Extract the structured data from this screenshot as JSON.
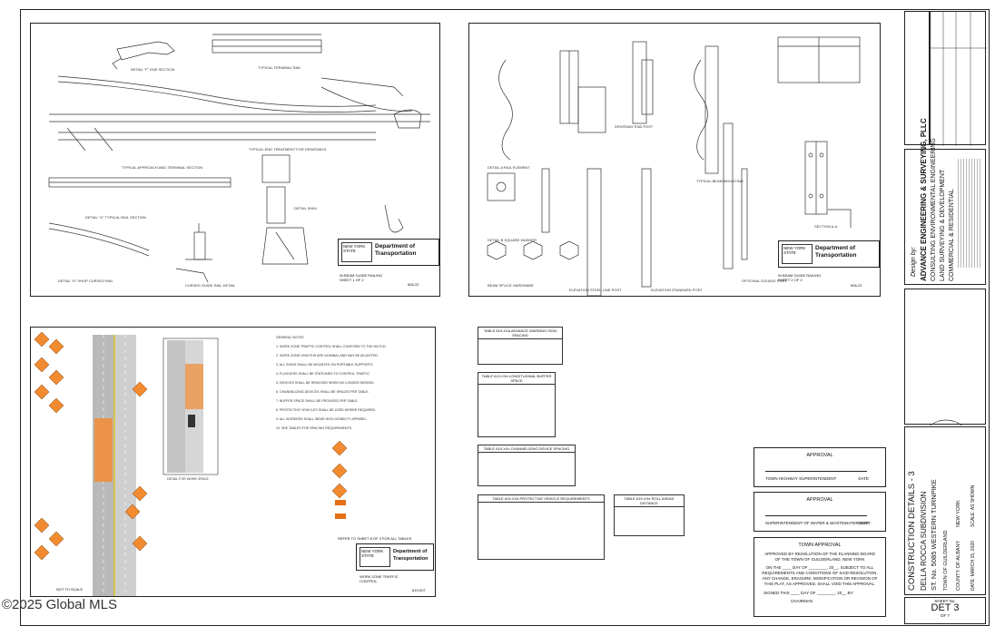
{
  "sheet": {
    "watermark": "©2025 Global MLS"
  },
  "panels": {
    "guide_rail_top": {
      "dept": "Department of Transportation",
      "state": "NEW YORK STATE",
      "sheet_title": "W-BEAM GUIDE RAILING SHEET 1 OF 2",
      "std_no": "606-22"
    },
    "guide_rail_posts": {
      "dept": "Department of Transportation",
      "state": "NEW YORK STATE",
      "sheet_title": "W-BEAM GUIDE RAILING SHEET 2 OF 2",
      "std_no": "606-22"
    },
    "work_zone": {
      "dept": "Department of Transportation",
      "state": "NEW YORK STATE",
      "sheet_title": "WORK ZONE TRAFFIC CONTROL",
      "std_no": "619-007",
      "not_to_scale": "NOT TO SCALE",
      "note_ref": "REFER TO SHEET 8 OF 9 FOR ALL TABLES"
    },
    "tables": {
      "t1": "TABLE 619-XXa ADVANCE WARNING SIGN SPACING",
      "t2": "TABLE 619-XXb LONGITUDINAL BUFFER SPACE",
      "t3": "TABLE 619-XXc CHANNELIZING DEVICE SPACING",
      "t4": "TABLE 619-XXd PROTECTIVE VEHICLE REQUIREMENTS",
      "t5": "TABLE 619-XXe ROLL AHEAD DISTANCE"
    }
  },
  "approvals": [
    {
      "title": "APPROVAL",
      "label": "TOWN HIGHWAY SUPERINTENDENT",
      "date": "DATE"
    },
    {
      "title": "APPROVAL",
      "label": "SUPERINTENDENT OF WATER & WASTEWATER DEPT.",
      "date": "DATE"
    }
  ],
  "town_approval": {
    "title": "TOWN APPROVAL",
    "body": "APPROVED BY RESOLUTION OF THE PLANNING BOARD OF THE TOWN OF GUILDERLAND, NEW YORK",
    "body2": "ON THE ____ DAY OF ________, 20__, SUBJECT TO ALL REQUIREMENTS AND CONDITIONS OF SAID RESOLUTION. ANY CHANGE, ERASURE, MODIFICATION OR REVISION OF THIS PLAT, AS APPROVED, SHALL VOID THIS APPROVAL.",
    "signed": "SIGNED THIS ____ DAY OF ________, 20__ BY:",
    "chairman": "CHAIRMAN"
  },
  "title_block": {
    "designer_label": "Design by:",
    "firm": "ADVANCE ENGINEERING & SURVEYING, PLLC",
    "firm_lines": [
      "CONSULTING ENVIRONMENTAL ENGINEERING",
      "LAND SURVEYING & DEVELOPMENT",
      "COMMERCIAL & RESIDENTIAL"
    ],
    "drawing_title": "CONSTRUCTION DETAILS - 3",
    "project": "DELLA ROCCA SUBDIVISION",
    "address": "ST. No. 5085 WESTERN TURNPIKE",
    "town": "TOWN OF GUILDERLAND",
    "county": "COUNTY OF ALBANY",
    "state": "NEW YORK",
    "date": "DATE: MARCH 15, 2020",
    "scale": "SCALE: AS SHOWN",
    "sheet_no_label": "SHEET No.",
    "sheet_no": "DET 3",
    "sheet_of": "OF 7"
  }
}
